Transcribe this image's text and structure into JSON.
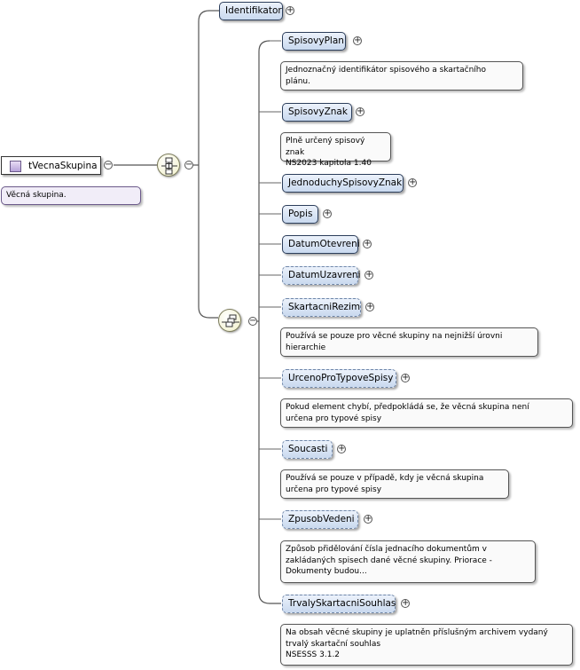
{
  "root": {
    "name": "tVecnaSkupina",
    "doc": "Věcná skupina."
  },
  "elements": {
    "identifikator": "Identifikator",
    "spisovy_plan": "SpisovyPlan",
    "spisovy_plan_doc": "Jednoznačný identifikátor spisového a skartačního\nplánu.",
    "spisovy_znak": "SpisovyZnak",
    "spisovy_znak_doc": "Plně určený spisový znak\nNS2023 kapitola 1.40",
    "jednoduchy_spisovy_znak": "JednoduchySpisovyZnak",
    "popis": "Popis",
    "datum_otevreni": "DatumOtevreni",
    "datum_uzavreni": "DatumUzavreni",
    "skartacni_rezim": "SkartacniRezim",
    "skartacni_rezim_doc": "Používá se pouze pro věcné skupiny na nejnižší úrovni\nhierarchie",
    "urceno_pro_typove_spisy": "UrcenoProTypoveSpisy",
    "urceno_pro_typove_spisy_doc": "Pokud element chybí, předpokládá se, že věcná skupina není\nurčena pro typové spisy",
    "soucasti": "Soucasti",
    "soucasti_doc": "Používá se pouze v případě, kdy je věcná skupina\nurčena pro typové spisy",
    "zpusob_vedeni": "ZpusobVedeni",
    "zpusob_vedeni_doc": "Způsob přidělování čísla jednacího dokumentům v\nzakládaných spisech dané věcné skupiny. Priorace -\nDokumenty budou...",
    "trvaly_skartacni_souhlas": "TrvalySkartacniSouhlas",
    "trvaly_skartacni_souhlas_doc": "Na obsah věcné skupiny je uplatněn příslušným archivem vydaný\ntrvalý skartační souhlas\nNSESSS 3.1.2"
  },
  "glyphs": {
    "expand": "+",
    "collapse": "−"
  }
}
